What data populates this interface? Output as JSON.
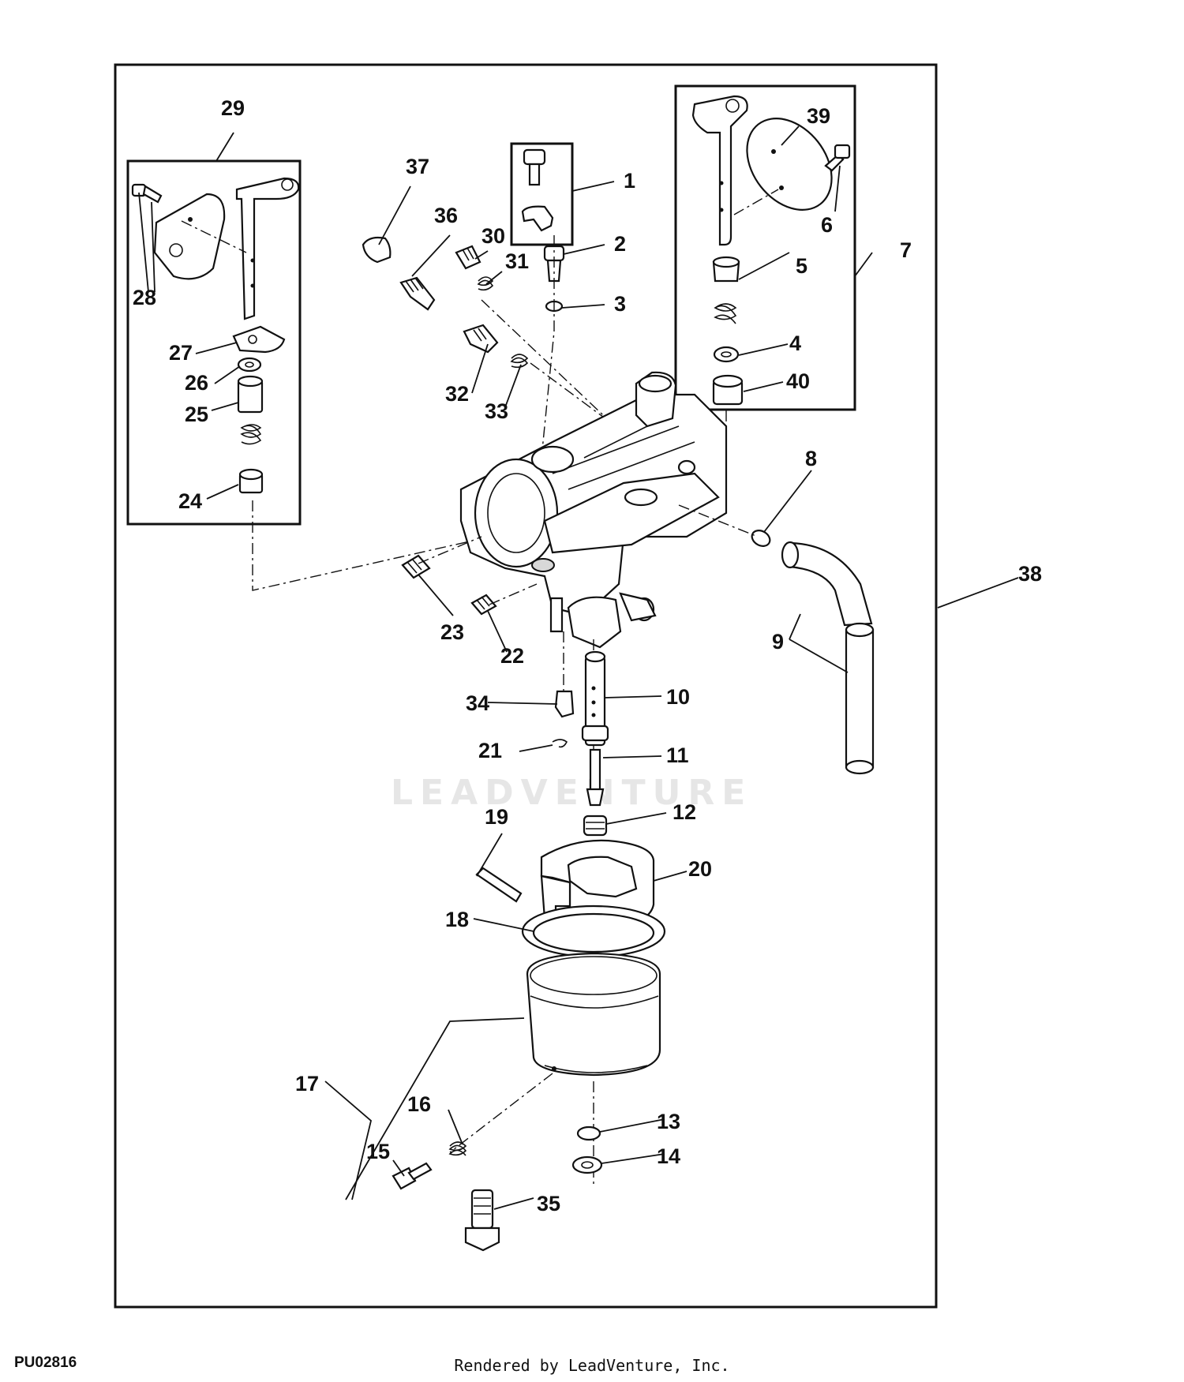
{
  "watermark": "LEADVENTURE",
  "figure_code": "PU02816",
  "credit": "Rendered by LeadVenture, Inc.",
  "callouts": [
    "1",
    "2",
    "3",
    "4",
    "5",
    "6",
    "7",
    "8",
    "9",
    "10",
    "11",
    "12",
    "13",
    "14",
    "15",
    "16",
    "17",
    "18",
    "19",
    "20",
    "21",
    "22",
    "23",
    "24",
    "25",
    "26",
    "27",
    "28",
    "29",
    "30",
    "31",
    "32",
    "33",
    "34",
    "35",
    "36",
    "37",
    "38",
    "39",
    "40"
  ]
}
